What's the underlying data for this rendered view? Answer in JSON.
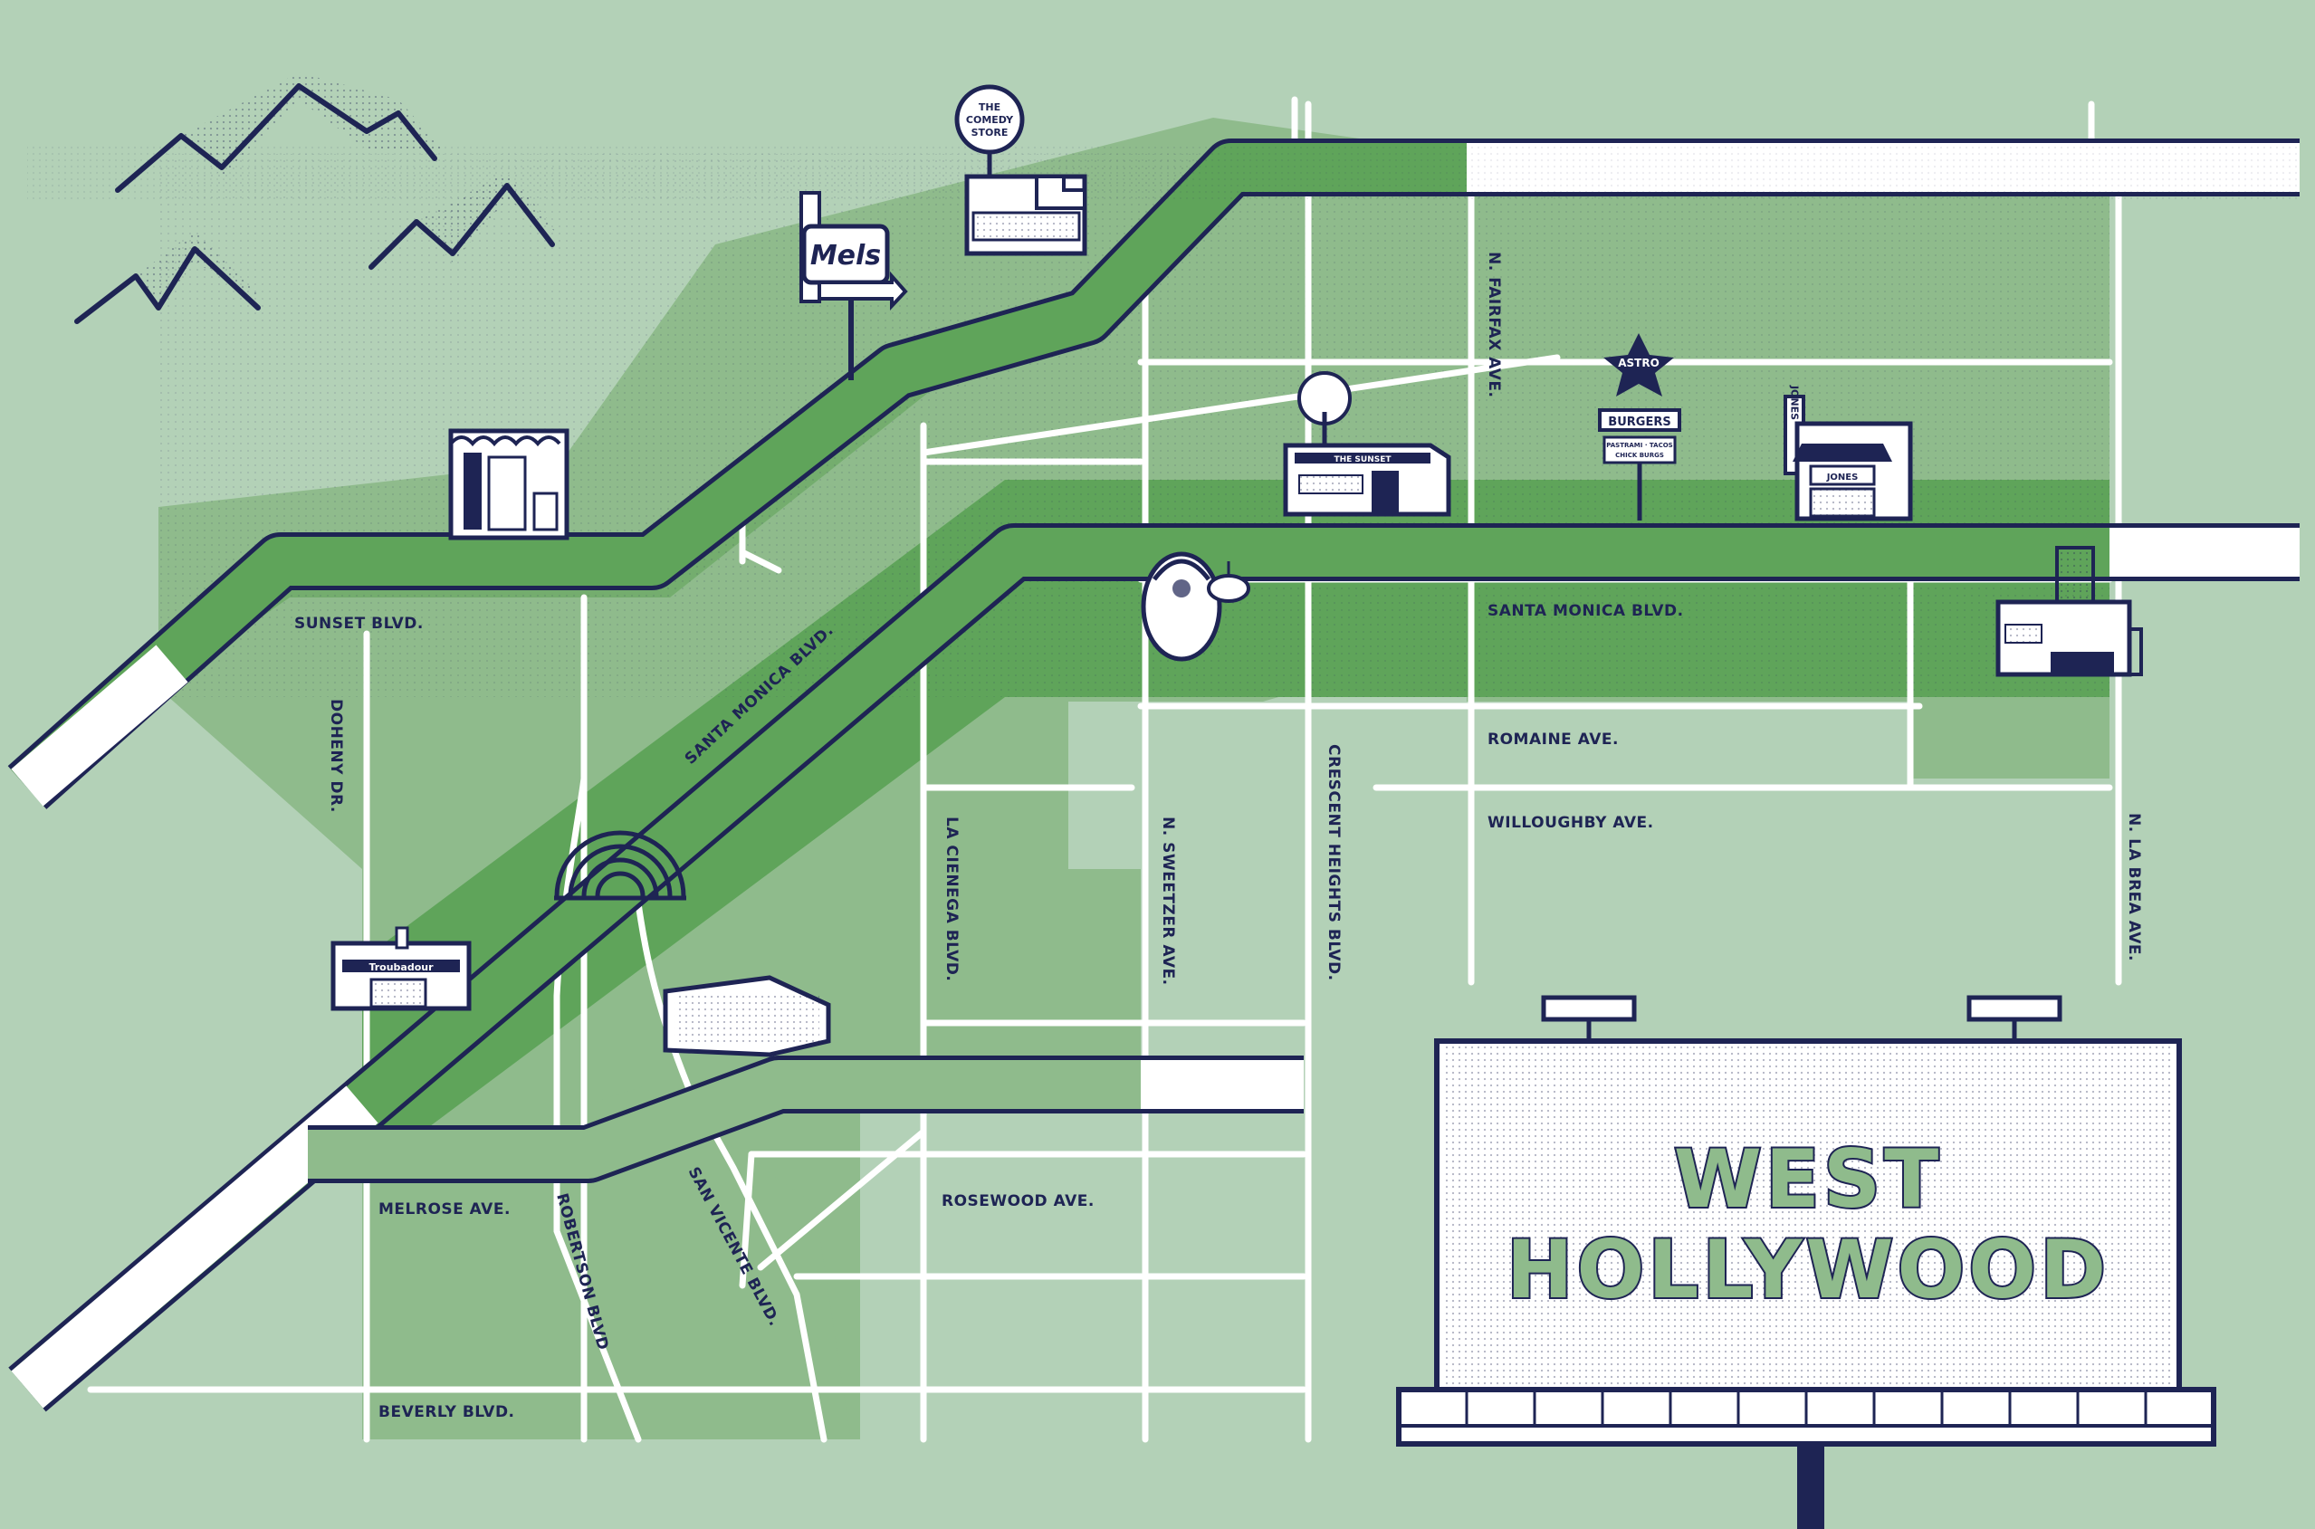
{
  "map": {
    "billboard": {
      "line1": "WEST",
      "line2": "HOLLYWOOD"
    },
    "streets": {
      "sunset": "SUNSET BLVD.",
      "doheny": "DOHENY DR.",
      "santa_monica_diag": "SANTA MONICA BLVD.",
      "santa_monica": "SANTA MONICA BLVD.",
      "la_cienega": "LA CIENEGA BLVD.",
      "sweetzer": "N. SWEETZER AVE.",
      "crescent_heights": "CRESCENT HEIGHTS BLVD.",
      "fairfax": "N. FAIRFAX AVE.",
      "romaine": "ROMAINE AVE.",
      "willoughby": "WILLOUGHBY AVE.",
      "la_brea": "N. LA BREA AVE.",
      "melrose": "MELROSE AVE.",
      "robertson": "ROBERTSON BLVD",
      "san_vicente": "SAN VICENTE BLVD.",
      "rosewood": "ROSEWOOD AVE.",
      "beverly": "BEVERLY BLVD."
    },
    "landmarks": {
      "comedy_store": {
        "line1": "THE",
        "line2": "COMEDY",
        "line3": "STORE"
      },
      "mels": "Mels",
      "troubadour": "Troubadour",
      "the_sunset": "THE SUNSET",
      "astro": "ASTRO",
      "burgers": {
        "title": "BURGERS",
        "line1": "PASTRAMI · TACOS",
        "line2": "CHICK BURGS"
      },
      "jones_sign": "JONES",
      "jones_awning": "JONES"
    },
    "colors": {
      "background": "#b3d1b7",
      "district": "#8fbb8c",
      "corridor": "#5fa45a",
      "ink": "#1e2454",
      "road": "#ffffff"
    }
  }
}
